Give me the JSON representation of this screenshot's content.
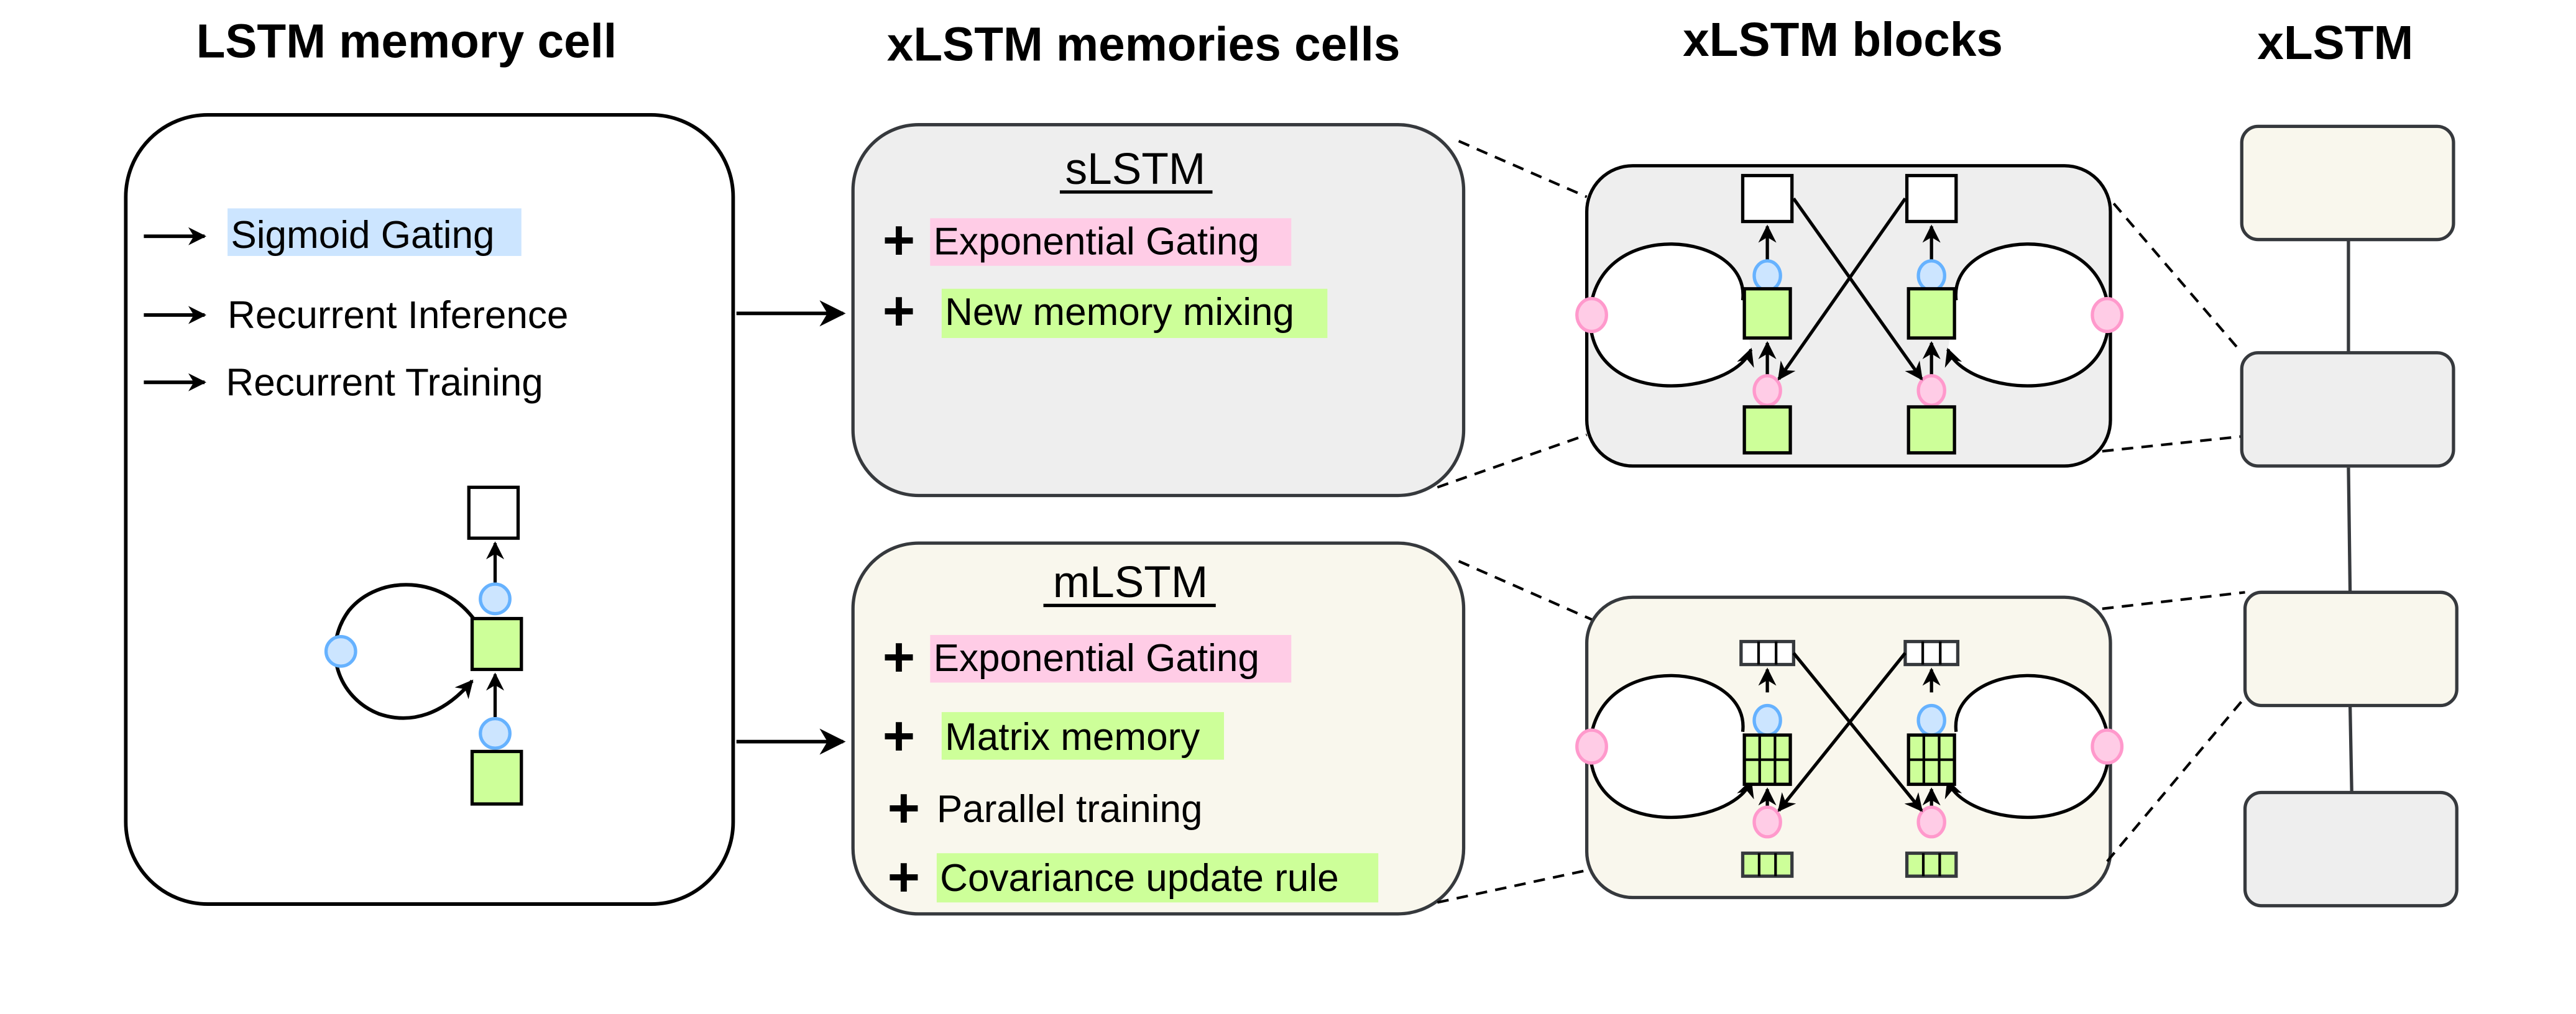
{
  "headings": {
    "lstm_cell": "LSTM memory cell",
    "xlstm_cells": "xLSTM memories cells",
    "xlstm_blocks": "xLSTM blocks",
    "xlstm": "xLSTM"
  },
  "lstm_cell": {
    "features": [
      {
        "label": "Sigmoid Gating",
        "highlight": "blue"
      },
      {
        "label": "Recurrent Inference",
        "highlight": "none"
      },
      {
        "label": "Recurrent Training",
        "highlight": "none"
      }
    ],
    "bullet_icon": "arrow-right-icon"
  },
  "slstm": {
    "name": "sLSTM",
    "features": [
      {
        "label": "Exponential Gating",
        "highlight": "pink"
      },
      {
        "label": "New memory mixing",
        "highlight": "green"
      }
    ],
    "bullet": "+"
  },
  "mlstm": {
    "name": "mLSTM",
    "features": [
      {
        "label": "Exponential Gating",
        "highlight": "pink"
      },
      {
        "label": "Matrix memory",
        "highlight": "green"
      },
      {
        "label": "Parallel training",
        "highlight": "none"
      },
      {
        "label": "Covariance update rule",
        "highlight": "green"
      }
    ],
    "bullet": "+"
  },
  "xlstm_stack": {
    "blocks": [
      "mlstm",
      "slstm",
      "mlstm",
      "slstm"
    ]
  },
  "colors": {
    "highlight_blue": "#cce5ff",
    "highlight_pink": "#ffcce6",
    "highlight_green": "#cdff99",
    "gate_blue_fill": "#cce5ff",
    "gate_blue_stroke": "#66b2ff",
    "gate_pink_fill": "#ffcce6",
    "gate_pink_stroke": "#ff99cc",
    "slstm_bg": "#eeeeee",
    "mlstm_bg": "#f9f7ed",
    "box_stroke": "#36393d"
  }
}
